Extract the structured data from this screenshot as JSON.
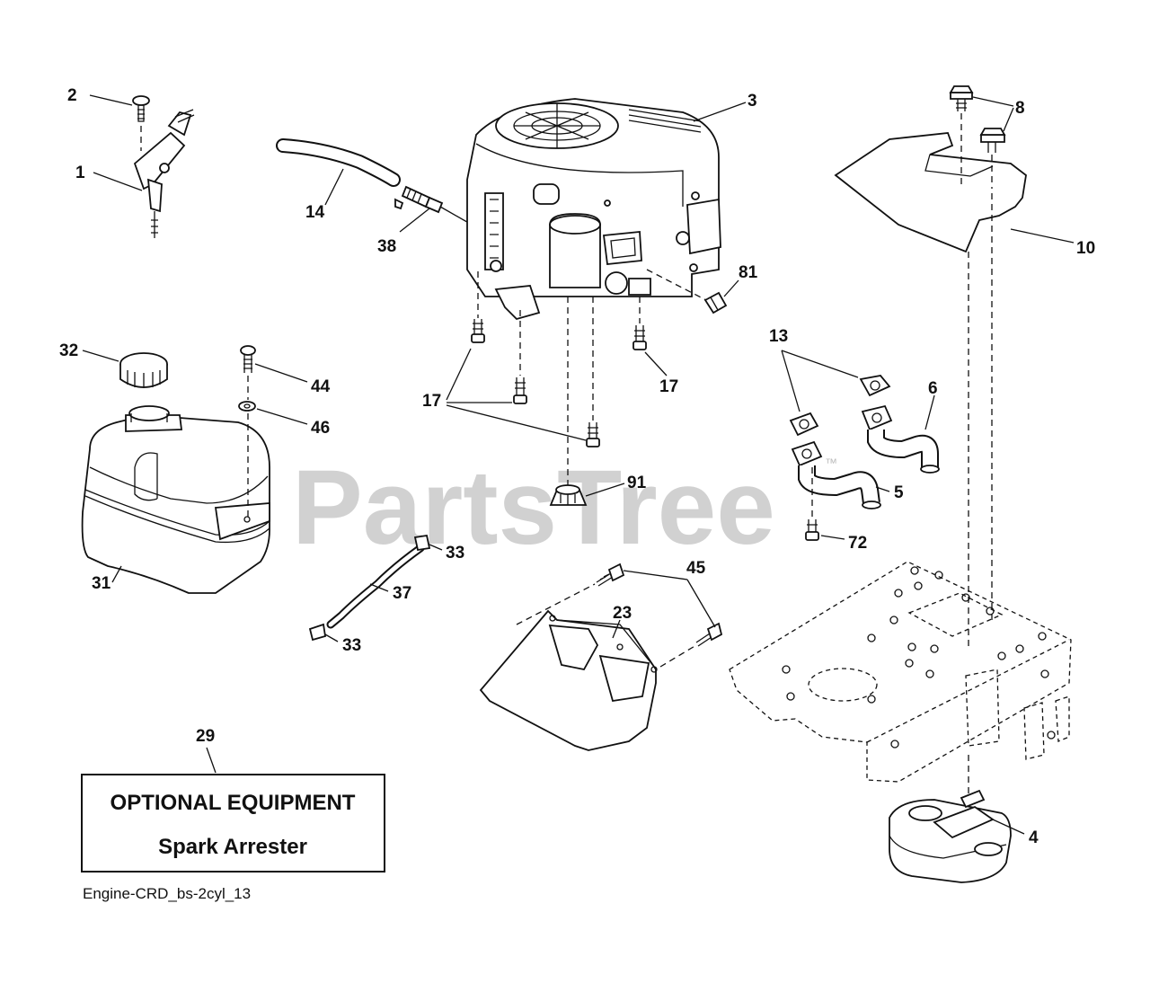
{
  "watermark": {
    "text": "PartsTree",
    "mark": "™"
  },
  "optional_box": {
    "heading": "OPTIONAL EQUIPMENT",
    "item": "Spark Arrester"
  },
  "diagram_id": "Engine-CRD_bs-2cyl_13",
  "callouts": [
    {
      "id": "c1",
      "text": "1"
    },
    {
      "id": "c2",
      "text": "2"
    },
    {
      "id": "c3",
      "text": "3"
    },
    {
      "id": "c4",
      "text": "4"
    },
    {
      "id": "c5",
      "text": "5"
    },
    {
      "id": "c6",
      "text": "6"
    },
    {
      "id": "c8",
      "text": "8"
    },
    {
      "id": "c10",
      "text": "10"
    },
    {
      "id": "c13",
      "text": "13"
    },
    {
      "id": "c14",
      "text": "14"
    },
    {
      "id": "c17a",
      "text": "17"
    },
    {
      "id": "c17b",
      "text": "17"
    },
    {
      "id": "c23",
      "text": "23"
    },
    {
      "id": "c29",
      "text": "29"
    },
    {
      "id": "c31",
      "text": "31"
    },
    {
      "id": "c32",
      "text": "32"
    },
    {
      "id": "c33a",
      "text": "33"
    },
    {
      "id": "c33b",
      "text": "33"
    },
    {
      "id": "c37",
      "text": "37"
    },
    {
      "id": "c38",
      "text": "38"
    },
    {
      "id": "c44",
      "text": "44"
    },
    {
      "id": "c45",
      "text": "45"
    },
    {
      "id": "c46",
      "text": "46"
    },
    {
      "id": "c72",
      "text": "72"
    },
    {
      "id": "c81",
      "text": "81"
    },
    {
      "id": "c91",
      "text": "91"
    }
  ]
}
